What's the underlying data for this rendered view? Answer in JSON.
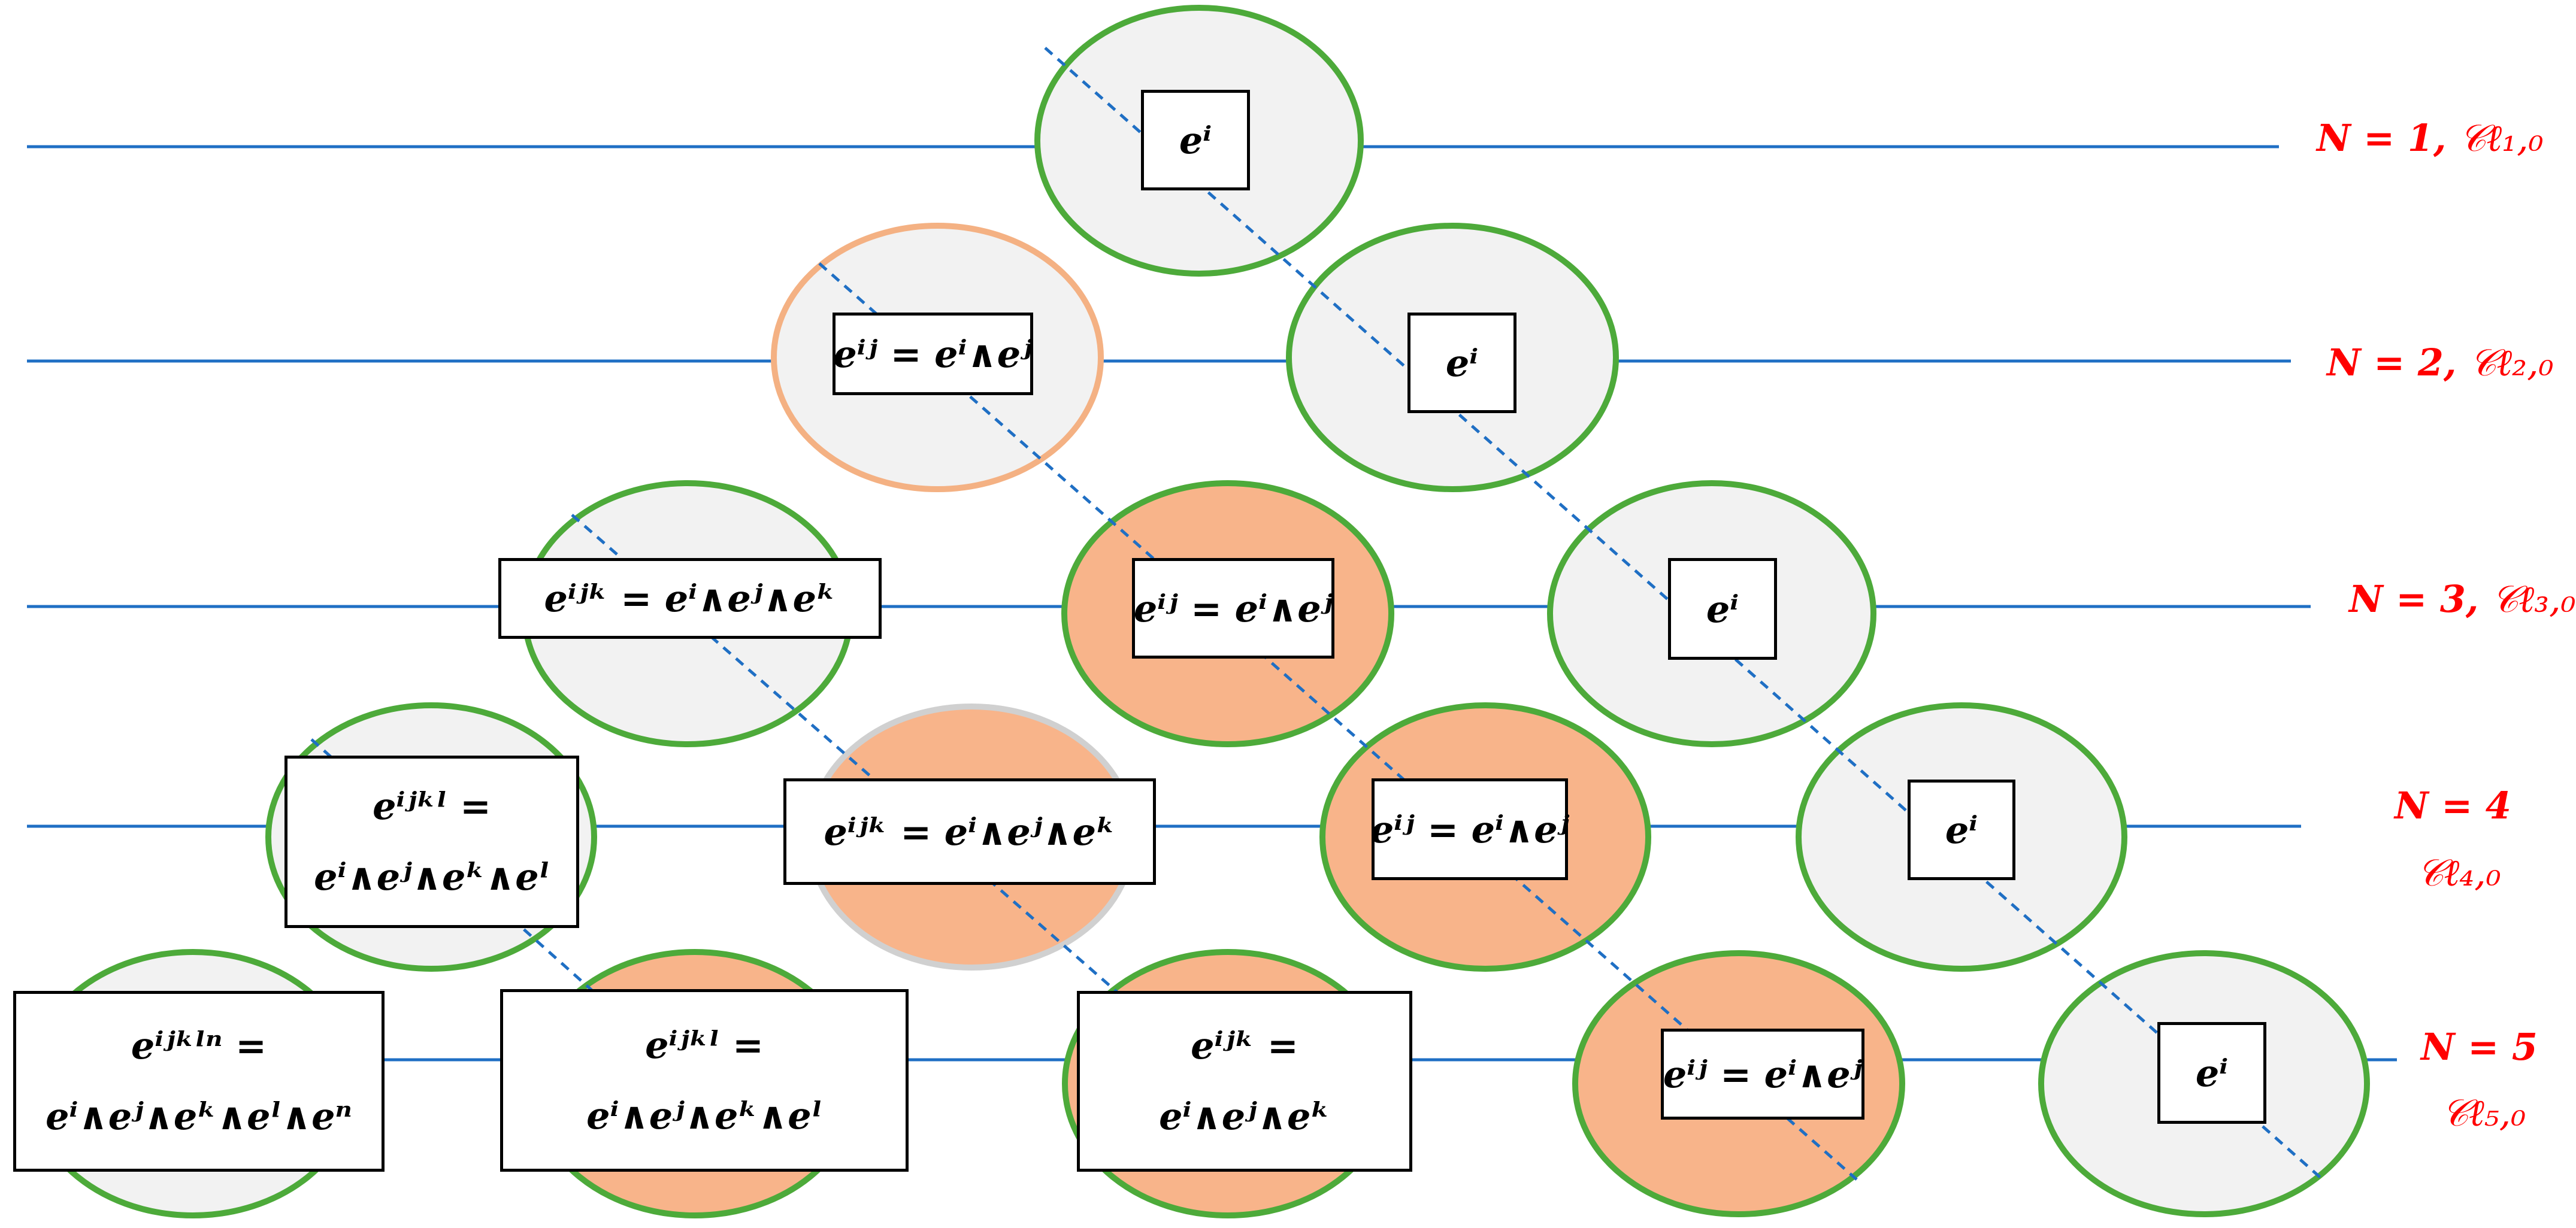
{
  "colors": {
    "line": "#1f6fc4",
    "ellipse_fill_gray": "#f2f2f2",
    "ellipse_fill_orange": "#f8b48a",
    "ellipse_stroke_green": "#4daa3a",
    "ellipse_stroke_light_orange": "#f4b183",
    "ellipse_stroke_gray": "#d0d0d0",
    "label_red": "#ff0000"
  },
  "rows": [
    {
      "id": "n1",
      "label_n": "N = 1,",
      "label_alg": "𝒞ℓ₁,₀"
    },
    {
      "id": "n2",
      "label_n": "N = 2,",
      "label_alg": "𝒞ℓ₂,₀"
    },
    {
      "id": "n3",
      "label_n": "N = 3,",
      "label_alg": "𝒞ℓ₃,₀"
    },
    {
      "id": "n4",
      "label_n": "N = 4",
      "label_alg": "𝒞ℓ₄,₀"
    },
    {
      "id": "n5",
      "label_n": "N = 5",
      "label_alg": "𝒞ℓ₅,₀"
    }
  ],
  "boxes": {
    "n1_a": {
      "line1": "eⁱ"
    },
    "n2_a": {
      "line1": "eⁱʲ = eⁱ∧eʲ"
    },
    "n2_b": {
      "line1": "eⁱ"
    },
    "n3_a": {
      "line1": "eⁱʲᵏ = eⁱ∧eʲ∧eᵏ"
    },
    "n3_b": {
      "line1": "eⁱʲ = eⁱ∧eʲ"
    },
    "n3_c": {
      "line1": "eⁱ"
    },
    "n4_a": {
      "line1": "eⁱʲᵏˡ =",
      "line2": "eⁱ∧eʲ∧eᵏ∧eˡ"
    },
    "n4_b": {
      "line1": "eⁱʲᵏ = eⁱ∧eʲ∧eᵏ"
    },
    "n4_c": {
      "line1": "eⁱʲ = eⁱ∧eʲ"
    },
    "n4_d": {
      "line1": "eⁱ"
    },
    "n5_a": {
      "line1": "eⁱʲᵏˡⁿ =",
      "line2": "eⁱ∧eʲ∧eᵏ∧eˡ∧eⁿ"
    },
    "n5_b": {
      "line1": "eⁱʲᵏˡ =",
      "line2": "eⁱ∧eʲ∧eᵏ∧eˡ"
    },
    "n5_c": {
      "line1": "eⁱʲᵏ =",
      "line2": "eⁱ∧eʲ∧eᵏ"
    },
    "n5_d": {
      "line1": "eⁱʲ = eⁱ∧eʲ"
    },
    "n5_e": {
      "line1": "eⁱ"
    }
  }
}
